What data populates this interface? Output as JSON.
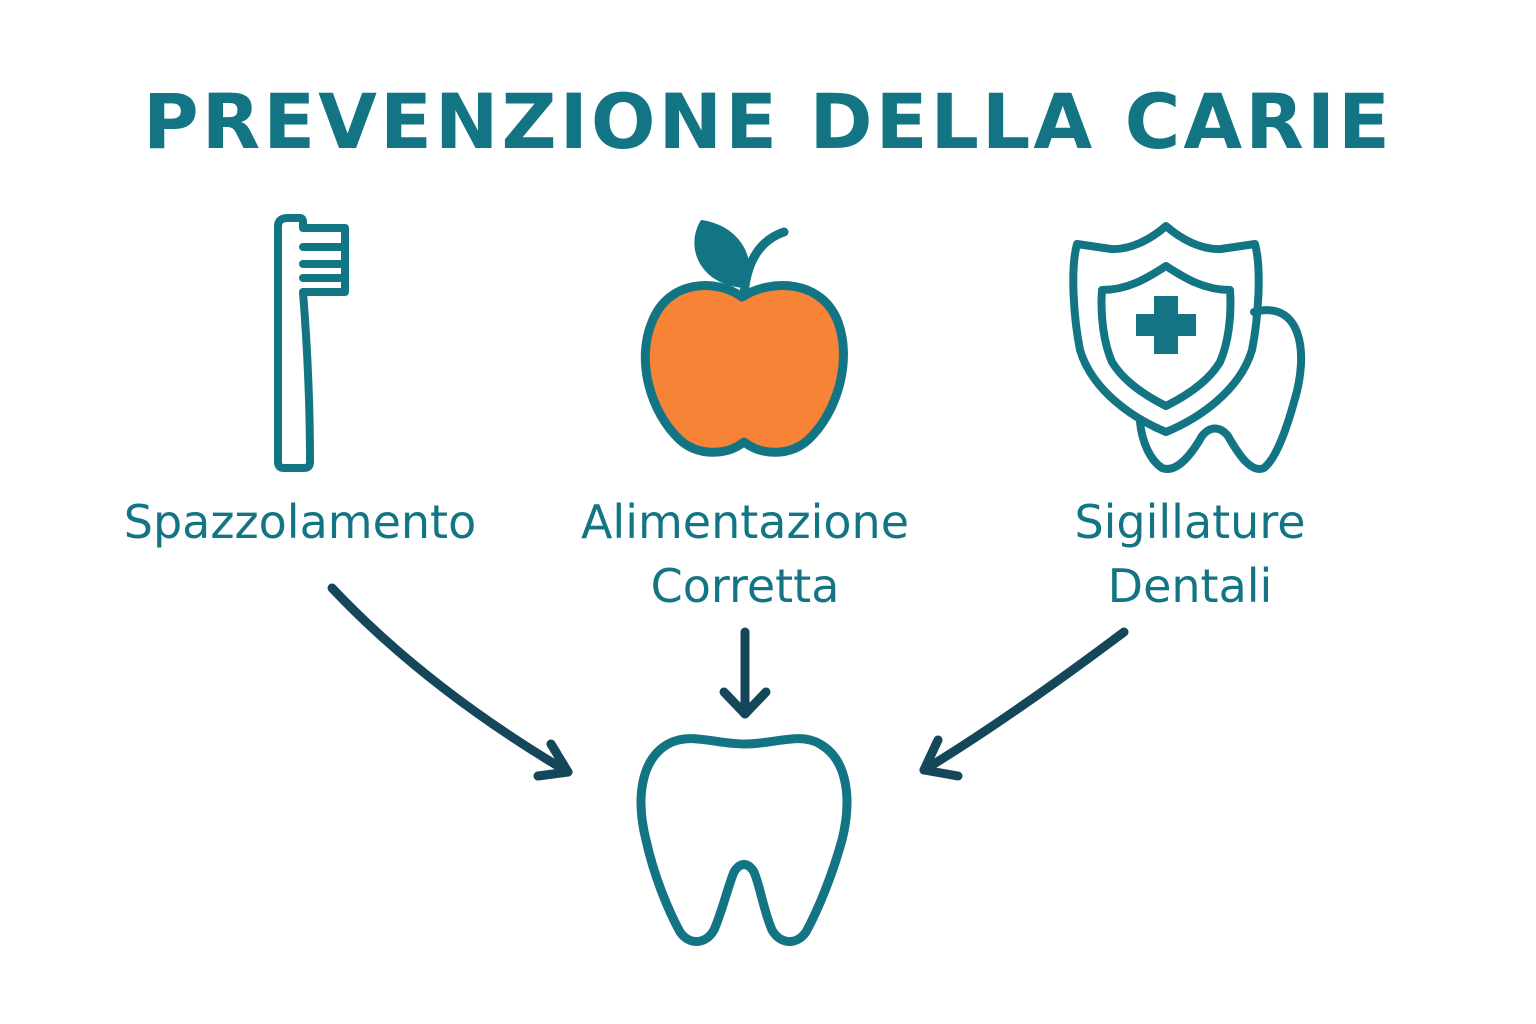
{
  "title": "PREVENZIONE DELLA CARIE",
  "colors": {
    "primary": "#137584",
    "arrow": "#15475a",
    "apple_fill": "#f78436",
    "background": "#ffffff"
  },
  "items": [
    {
      "icon": "toothbrush-icon",
      "label_lines": [
        "Spazzolamento"
      ]
    },
    {
      "icon": "apple-icon",
      "label_lines": [
        "Alimentazione",
        "Corretta"
      ]
    },
    {
      "icon": "shield-tooth-icon",
      "label_lines": [
        "Sigillature",
        "Dentali"
      ]
    }
  ],
  "target": {
    "icon": "tooth-icon"
  }
}
